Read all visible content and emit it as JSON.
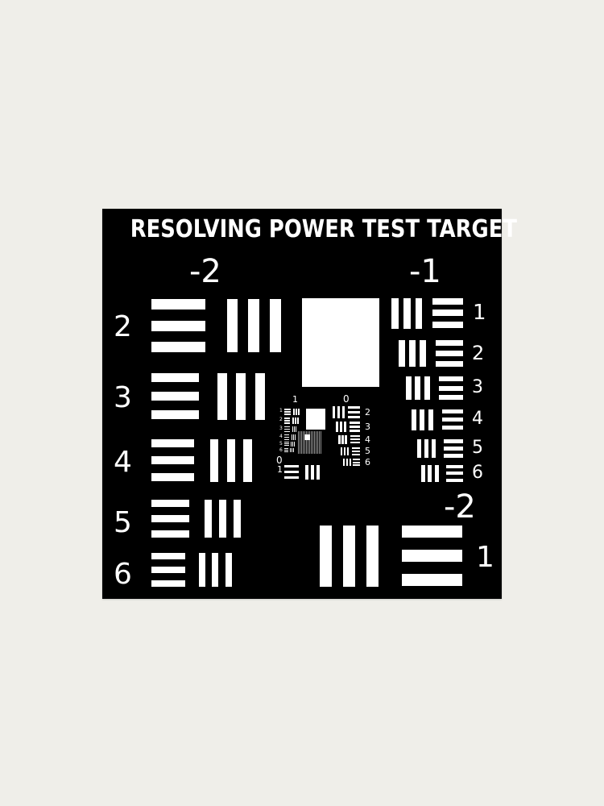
{
  "title": "RESOLVING POWER TEST TARGET",
  "colors": {
    "background": "#efeee9",
    "target": "#000000",
    "bars": "#ffffff"
  },
  "group_labels": {
    "top_left": "-2",
    "top_right": "-1",
    "bottom_right": "-2",
    "center_left_top": "1",
    "center_right_top": "0",
    "center_left_bottom": "0",
    "center_left_bottom_2": "1"
  },
  "left_elements": [
    {
      "label": "2"
    },
    {
      "label": "3"
    },
    {
      "label": "4"
    },
    {
      "label": "5"
    },
    {
      "label": "6"
    }
  ],
  "right_elements": [
    {
      "label": "1"
    },
    {
      "label": "2"
    },
    {
      "label": "3"
    },
    {
      "label": "4"
    },
    {
      "label": "5"
    },
    {
      "label": "6"
    }
  ],
  "bottom_right_element": {
    "label": "1"
  },
  "center_right_elements": [
    {
      "label": "2"
    },
    {
      "label": "3"
    },
    {
      "label": "4"
    },
    {
      "label": "5"
    },
    {
      "label": "6"
    }
  ],
  "center_left_elements": [
    {
      "label": "1"
    },
    {
      "label": "2"
    },
    {
      "label": "3"
    },
    {
      "label": "4"
    },
    {
      "label": "5"
    },
    {
      "label": "6"
    }
  ]
}
